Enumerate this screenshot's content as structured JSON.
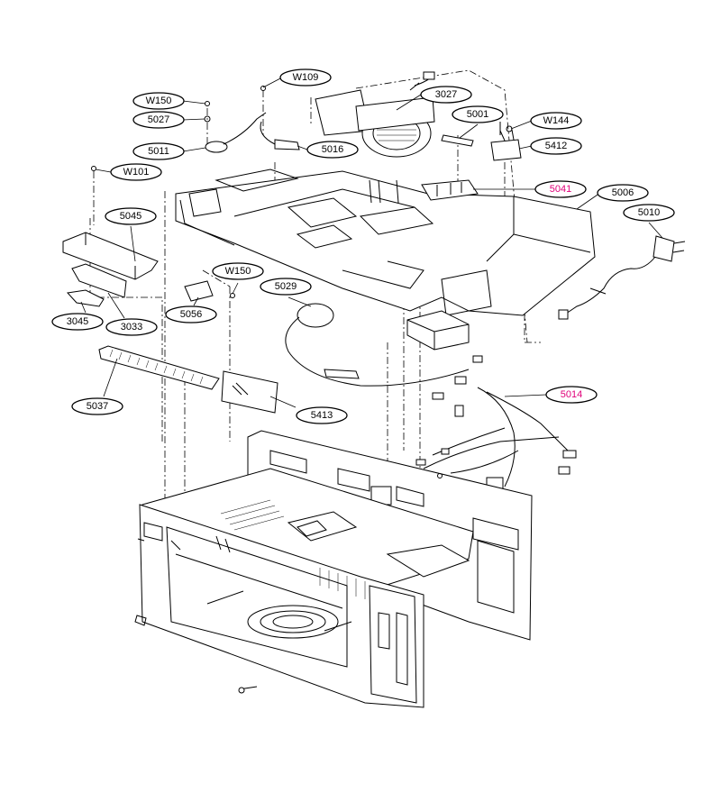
{
  "colors": {
    "line": "#000000",
    "highlight": "#e0007a",
    "background": "#ffffff"
  },
  "callouts": [
    {
      "id": "W109",
      "highlight": false
    },
    {
      "id": "W150",
      "highlight": false
    },
    {
      "id": "5027",
      "highlight": false
    },
    {
      "id": "3027",
      "highlight": false
    },
    {
      "id": "5001",
      "highlight": false
    },
    {
      "id": "W144",
      "highlight": false
    },
    {
      "id": "5011",
      "highlight": false
    },
    {
      "id": "5016",
      "highlight": false
    },
    {
      "id": "5412",
      "highlight": false
    },
    {
      "id": "W101",
      "highlight": false
    },
    {
      "id": "5041",
      "highlight": true
    },
    {
      "id": "5006",
      "highlight": false
    },
    {
      "id": "5045",
      "highlight": false
    },
    {
      "id": "5010",
      "highlight": false
    },
    {
      "id": "W150",
      "highlight": false
    },
    {
      "id": "5029",
      "highlight": false
    },
    {
      "id": "3045",
      "highlight": false
    },
    {
      "id": "5056",
      "highlight": false
    },
    {
      "id": "3033",
      "highlight": false
    },
    {
      "id": "5037",
      "highlight": false
    },
    {
      "id": "5413",
      "highlight": false
    },
    {
      "id": "5014",
      "highlight": true
    }
  ]
}
